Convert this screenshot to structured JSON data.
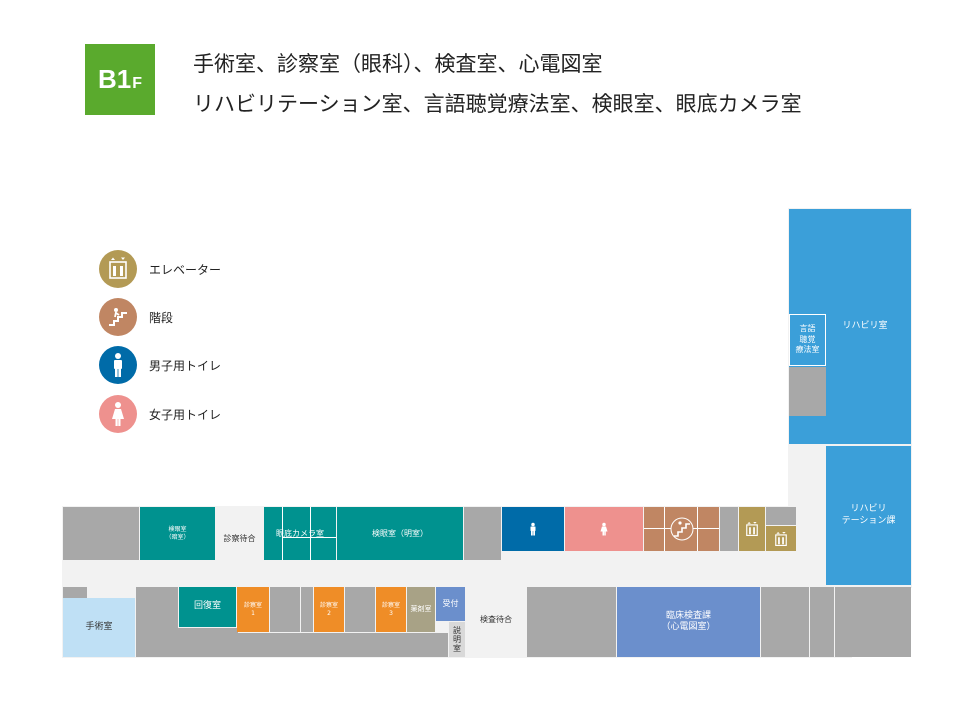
{
  "header": {
    "badge_floor": "B1",
    "badge_suffix": "F",
    "line1": "手術室、診察室（眼科）、検査室、心電図室",
    "line2": "リハビリテーション室、言語聴覚療法室、検眼室、眼底カメラ室"
  },
  "legend": [
    {
      "label": "エレベーター",
      "icon": "elevator-icon",
      "color": "#b39a55"
    },
    {
      "label": "階段",
      "icon": "stairs-icon",
      "color": "#c08663"
    },
    {
      "label": "男子用トイレ",
      "icon": "mens-toilet-icon",
      "color": "#006ba8"
    },
    {
      "label": "女子用トイレ",
      "icon": "womens-toilet-icon",
      "color": "#ee918e"
    }
  ],
  "rooms": {
    "rehab_room": "リハビリ室",
    "rehab_section_1": "リハビリ",
    "rehab_section_2": "テーション課",
    "speech_1": "言語",
    "speech_2": "聴覚",
    "speech_3": "療法室",
    "optometry": "検眼室",
    "optometry_sub": "（暗室）",
    "exam_waiting": "診察待合",
    "fundus_camera": "眼底カメラ室",
    "optometry_bright": "検眼室（明室）",
    "surgery": "手術室",
    "recovery": "回復室",
    "exam_room": "診察室",
    "exam_no1": "1",
    "exam_no2": "2",
    "exam_no3": "3",
    "pharmacy": "薬剤室",
    "reception": "受付",
    "test_waiting": "検査待合",
    "consult_1": "説",
    "consult_2": "明",
    "consult_3": "室",
    "clinical_lab_1": "臨床検査課",
    "clinical_lab_2": "（心電図室）"
  },
  "colors": {
    "brand_green": "#5aaa2d",
    "teal": "#00928f",
    "rehab_blue": "#3b9fd9",
    "orange": "#ef8d27",
    "periwinkle": "#6b8fcc"
  }
}
